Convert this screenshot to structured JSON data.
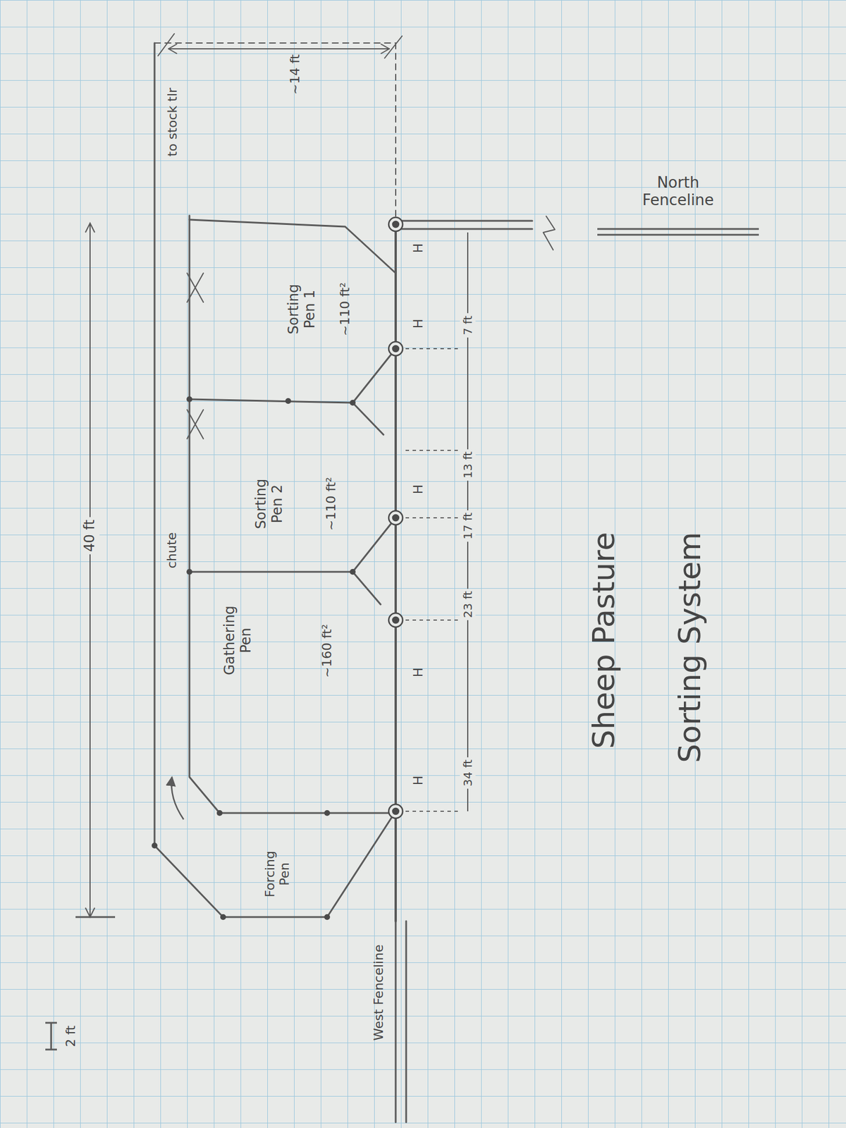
{
  "diagram": {
    "nodes": [
      {
        "text": [
          "Forcing Pen"
        ]
      },
      {
        "text": [
          "chute"
        ]
      },
      {
        "text": [
          "Gathering Pen",
          "~160 ft²"
        ]
      },
      {
        "text": [
          "Sorting Pen 2",
          "~110 ft²"
        ]
      },
      {
        "text": [
          "Sorting Pen 1",
          "~110 ft²"
        ]
      }
    ],
    "edges": [
      {
        "from": 0,
        "to": 1,
        "arrow": "to"
      }
    ],
    "labels": [
      "to stock tlr",
      "~14 ft",
      "40 ft",
      "H",
      "H",
      "H",
      "H",
      "H",
      "34 ft",
      "23 ft",
      "17 ft",
      "13 ft",
      "7 ft",
      "West Fenceline",
      "North Fenceline",
      "Sheep Pasture",
      "Sorting System",
      "2 ft"
    ]
  }
}
